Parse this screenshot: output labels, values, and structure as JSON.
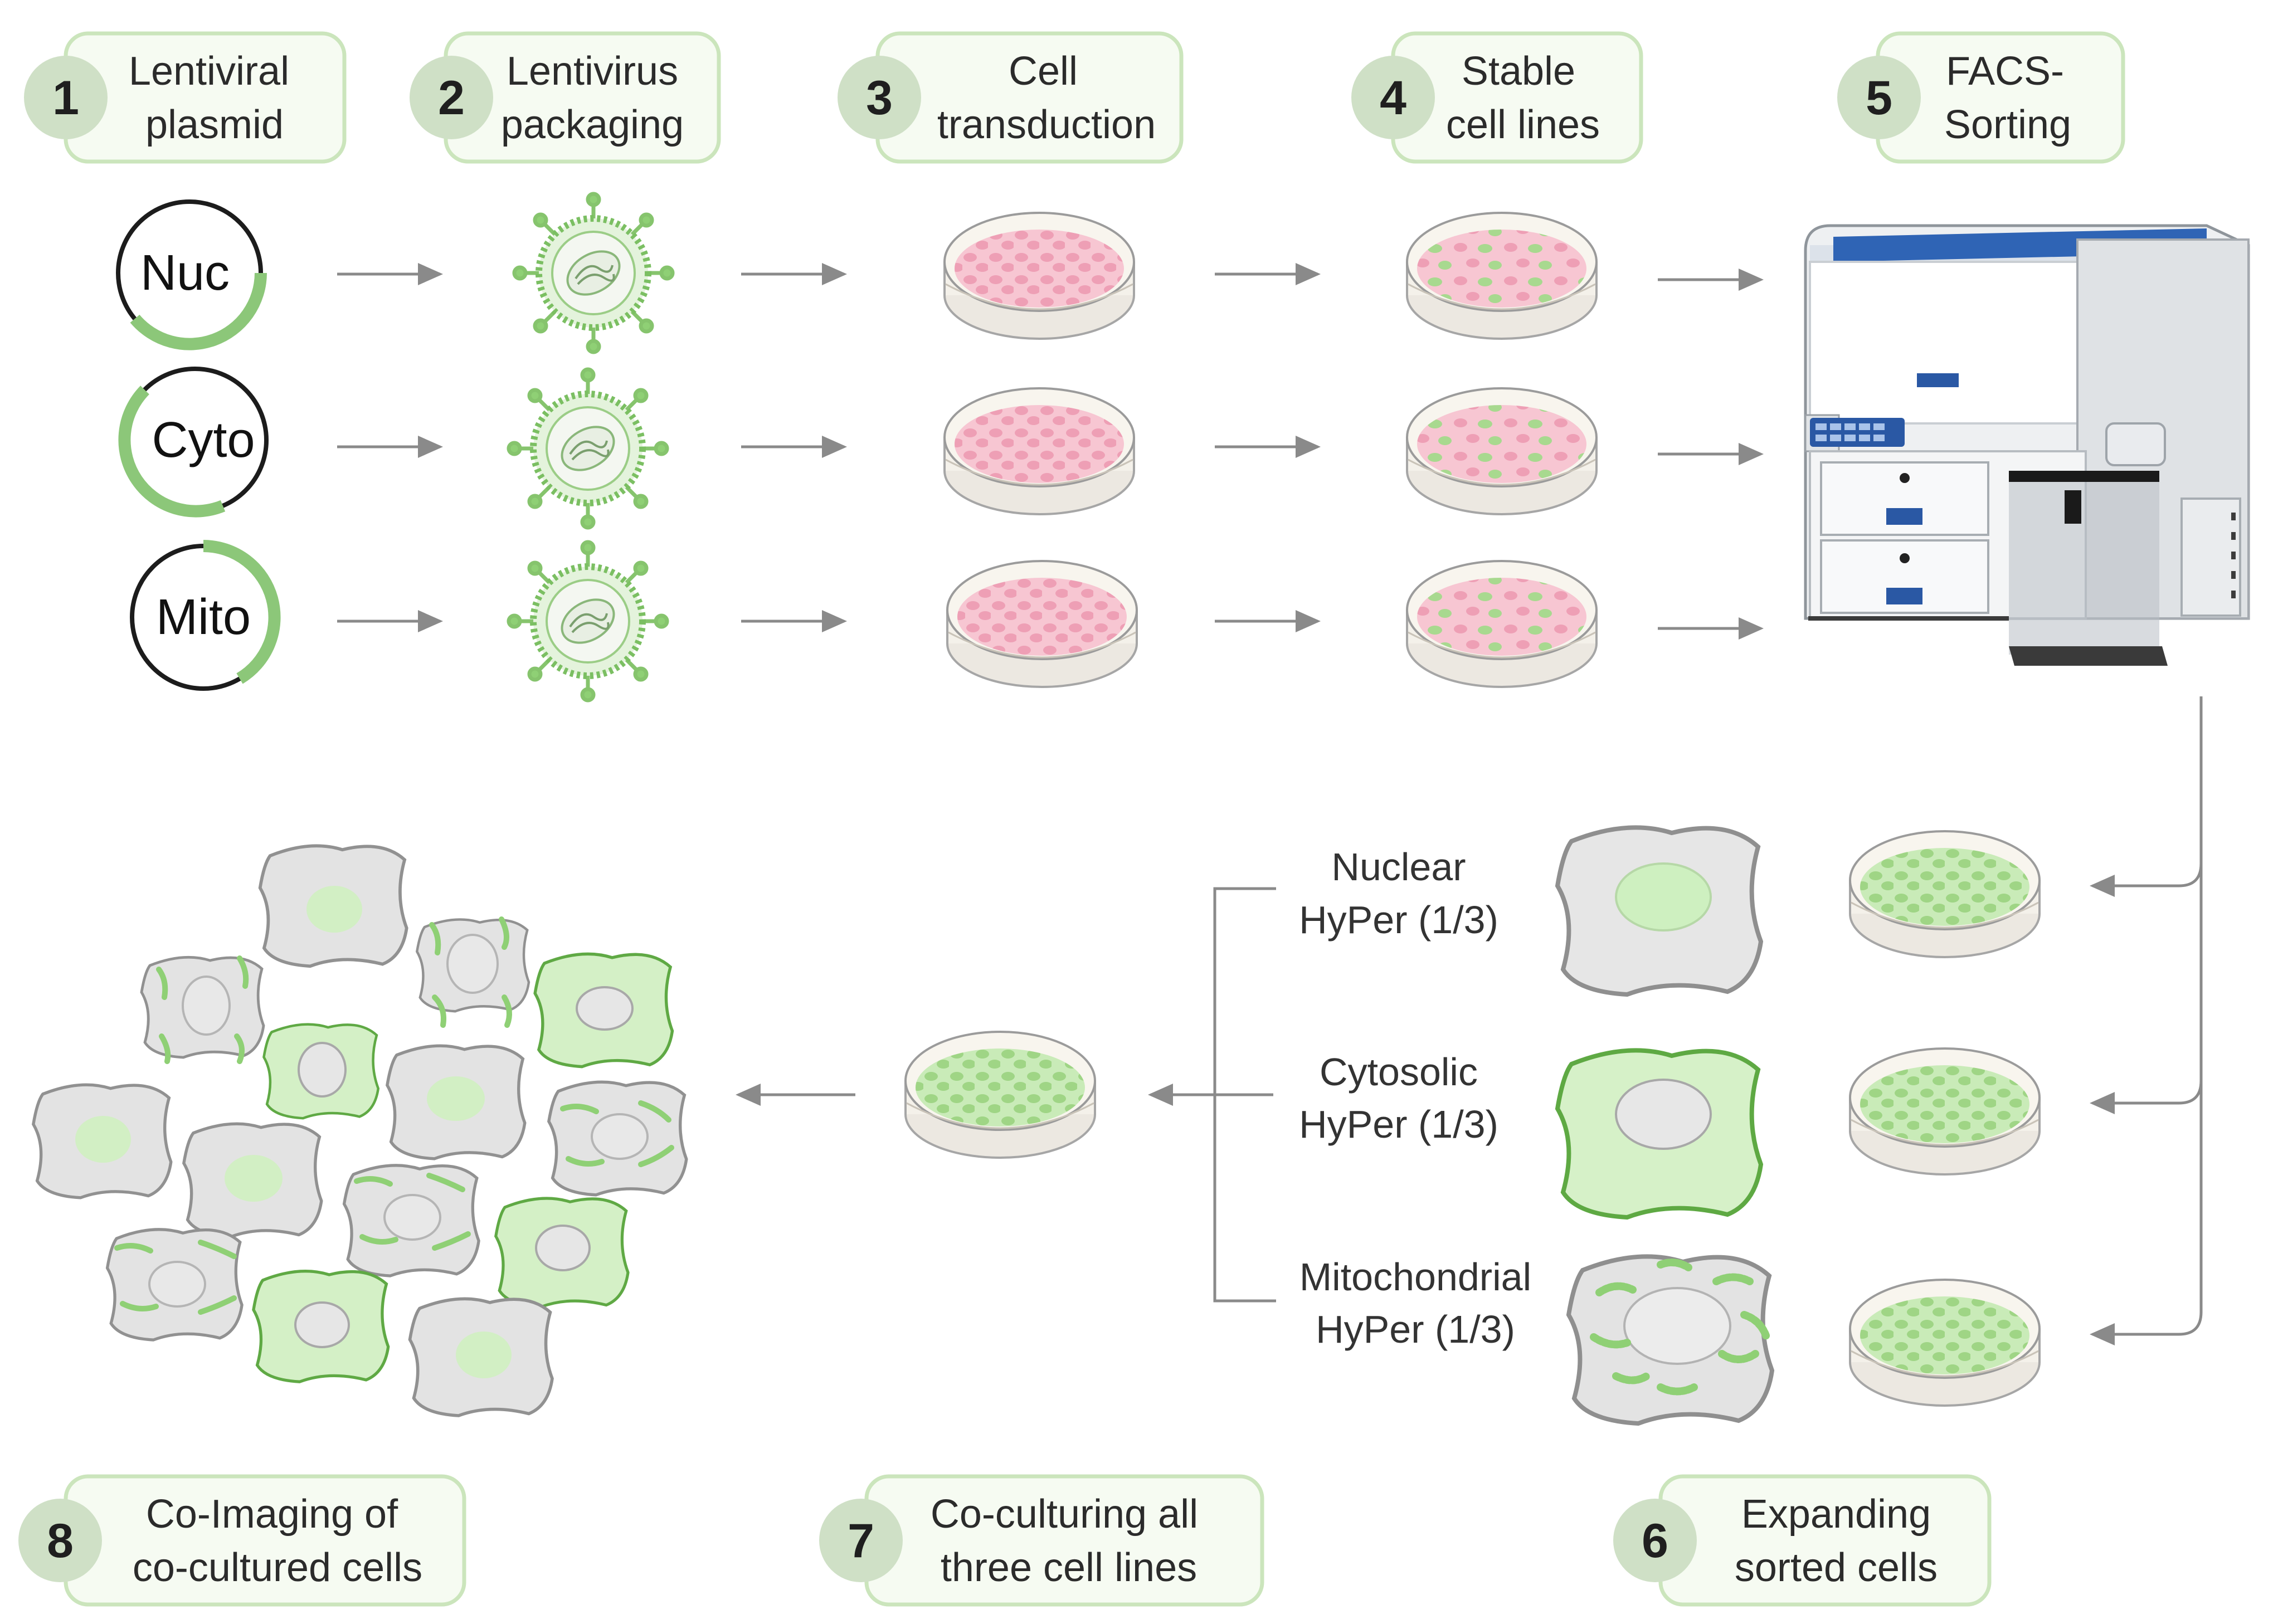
{
  "steps": {
    "s1": {
      "num": "1",
      "line1": "Lentiviral",
      "line2": "plasmid"
    },
    "s2": {
      "num": "2",
      "line1": "Lentivirus",
      "line2": "packaging"
    },
    "s3": {
      "num": "3",
      "line1": "Cell",
      "line2": "transduction"
    },
    "s4": {
      "num": "4",
      "line1": "Stable",
      "line2": "cell lines"
    },
    "s5": {
      "num": "5",
      "line1": "FACS-",
      "line2": "Sorting"
    },
    "s6": {
      "num": "6",
      "line1": "Expanding",
      "line2": "sorted cells"
    },
    "s7": {
      "num": "7",
      "line1": "Co-culturing all",
      "line2": "three cell lines"
    },
    "s8": {
      "num": "8",
      "line1": "Co-Imaging of",
      "line2": "co-cultured cells"
    }
  },
  "plasmids": {
    "nuc": "Nuc",
    "cyto": "Cyto",
    "mito": "Mito"
  },
  "hyper": {
    "nuclear": {
      "line1": "Nuclear",
      "line2": "HyPer (1/3)"
    },
    "cytosolic": {
      "line1": "Cytosolic",
      "line2": "HyPer (1/3)"
    },
    "mito": {
      "line1": "Mitochondrial",
      "line2": "HyPer (1/3)"
    }
  },
  "colors": {
    "box_fill": "#f5faf1",
    "box_stroke": "#c8e2b8",
    "circle": "#cfe0c6",
    "plasmid_arc": "#8cc779",
    "pink": "#f2a8ba",
    "green": "#a6d98f",
    "grey_cell": "#e5e5e5"
  }
}
